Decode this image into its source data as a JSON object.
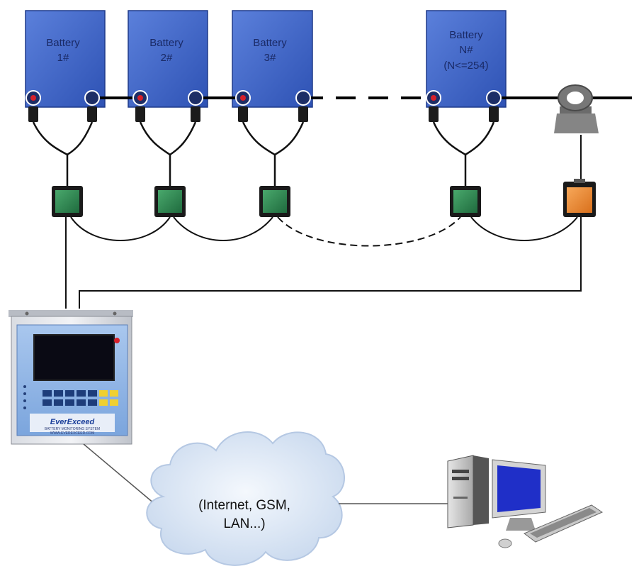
{
  "batteries": [
    {
      "lines": [
        "Battery",
        "1#"
      ]
    },
    {
      "lines": [
        "Battery",
        "2#"
      ]
    },
    {
      "lines": [
        "Battery",
        "3#"
      ]
    },
    {
      "lines": [
        "Battery",
        "N#",
        "(N<=254)"
      ]
    }
  ],
  "network": {
    "lines": [
      "(Internet, GSM,",
      "LAN...)"
    ]
  },
  "host": {
    "brand": "EverExceed",
    "subtitle": "BATTERY MONITORING SYSTEM",
    "subtitle2": "WWW.EVEREXCEED.COM"
  },
  "colors": {
    "battery_fill": "#3d63c6",
    "battery_stroke": "#1f3a8a",
    "module_green": "#2f8a52",
    "current_sensor_orange": "#f08a2a",
    "cloud": "#d9e6f5",
    "host_screen": "#0a0a14",
    "host_panel": "#8fb7e8"
  },
  "icons": {
    "battery": "battery-icon",
    "terminal_positive": "terminal-positive-icon",
    "terminal_negative": "terminal-negative-icon",
    "voltage_module": "voltage-module-icon",
    "current_module": "current-module-icon",
    "current_sensor": "hall-current-sensor-icon",
    "host_monitor": "host-monitor-icon",
    "cloud": "cloud-icon",
    "computer": "computer-icon"
  }
}
